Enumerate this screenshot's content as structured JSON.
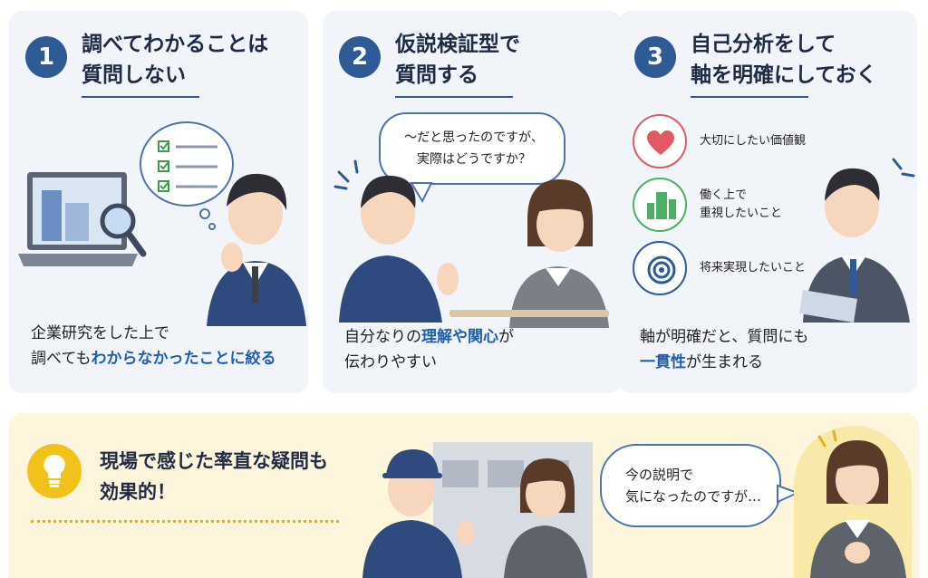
{
  "cards": [
    {
      "number": "1",
      "title_line1": "調べてわかることは",
      "title_line2": "質問しない",
      "caption_line1": "企業研究をした上で",
      "caption_line2_pre": "調べても",
      "caption_line2_hl": "わからなかったことに絞る",
      "illustration_icons": [
        "laptop-icon",
        "magnifier-icon",
        "checklist-icon"
      ]
    },
    {
      "number": "2",
      "title_line1": "仮説検証型で",
      "title_line2": "質問する",
      "bubble_line1": "〜だと思ったのですが、",
      "bubble_line2": "実際はどうですか？",
      "caption_line1_pre": "自分なりの",
      "caption_line1_hl": "理解や関心",
      "caption_line1_post": "が",
      "caption_line2": "伝わりやすい"
    },
    {
      "number": "3",
      "title_line1": "自己分析をして",
      "title_line2": "軸を明確にしておく",
      "values": [
        {
          "icon": "heart-icon",
          "lines": [
            "大切にしたい価値観"
          ],
          "color": "#e05a66"
        },
        {
          "icon": "building-icon",
          "lines": [
            "働く上で",
            "重視したいこと"
          ],
          "color": "#4caf65"
        },
        {
          "icon": "target-icon",
          "lines": [
            "将来実現したいこと"
          ],
          "color": "#2e5a96"
        }
      ],
      "caption_line1": "軸が明確だと、質問にも",
      "caption_line2_hl": "一貫性",
      "caption_line2_post": "が生まれる"
    }
  ],
  "bottom": {
    "icon": "lightbulb-icon",
    "title_line1": "現場で感じた率直な疑問も",
    "title_line2": "効果的！",
    "bubble_line1": "今の説明で",
    "bubble_line2": "気になったのですが…"
  },
  "colors": {
    "accent": "#2e5a96",
    "highlight": "#1f5fb0",
    "card_bg": "#f1f4f9",
    "bottom_bg": "#fdf6dc",
    "bulb": "#f2c21b"
  }
}
